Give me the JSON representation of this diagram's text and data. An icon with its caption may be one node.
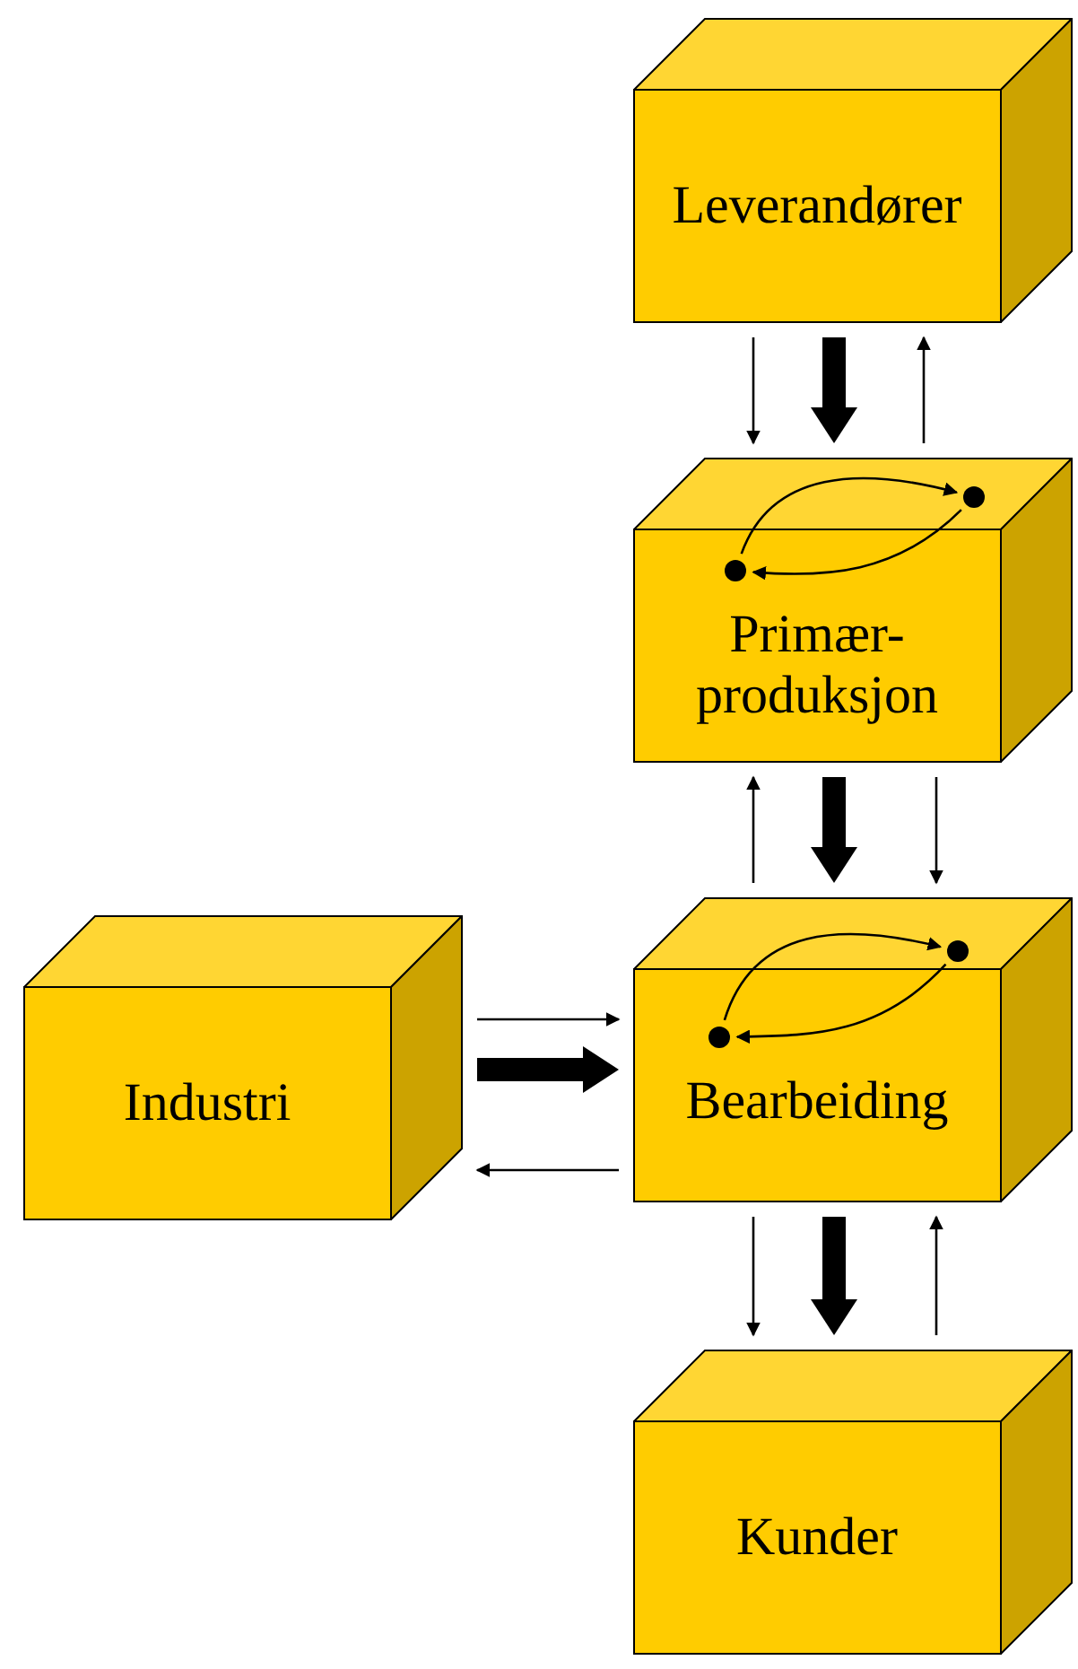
{
  "diagram": {
    "nodes": [
      {
        "text": [
          "Leverandører"
        ]
      },
      {
        "text": [
          "Primær- produksjon"
        ]
      },
      {
        "text": [],
        "shape": "circle",
        "in": 1
      },
      {
        "text": [],
        "shape": "circle",
        "in": 1
      },
      {
        "text": [
          "Industri"
        ]
      },
      {
        "text": [
          "Bearbeiding"
        ]
      },
      {
        "text": [],
        "shape": "circle",
        "in": 5
      },
      {
        "text": [],
        "shape": "circle",
        "in": 5
      },
      {
        "text": [
          "Kunder"
        ]
      }
    ],
    "edges": [
      {
        "from": 0,
        "to": 1,
        "arrow": "to"
      },
      {
        "from": 0,
        "to": 1,
        "arrow": "to",
        "style": "thick"
      },
      {
        "from": 1,
        "to": 0,
        "arrow": "to"
      },
      {
        "from": 2,
        "to": 3,
        "arrow": "to"
      },
      {
        "from": 3,
        "to": 2,
        "arrow": "to"
      },
      {
        "from": 5,
        "to": 1,
        "arrow": "to"
      },
      {
        "from": 1,
        "to": 5,
        "arrow": "to",
        "style": "thick"
      },
      {
        "from": 1,
        "to": 5,
        "arrow": "to"
      },
      {
        "from": 4,
        "to": 5,
        "arrow": "to"
      },
      {
        "from": 4,
        "to": 5,
        "arrow": "to",
        "style": "thick"
      },
      {
        "from": 5,
        "to": 4,
        "arrow": "to"
      },
      {
        "from": 6,
        "to": 7,
        "arrow": "to"
      },
      {
        "from": 7,
        "to": 6,
        "arrow": "to"
      },
      {
        "from": 5,
        "to": 8,
        "arrow": "to"
      },
      {
        "from": 5,
        "to": 8,
        "arrow": "to",
        "style": "thick"
      },
      {
        "from": 8,
        "to": 5,
        "arrow": "to"
      }
    ]
  }
}
